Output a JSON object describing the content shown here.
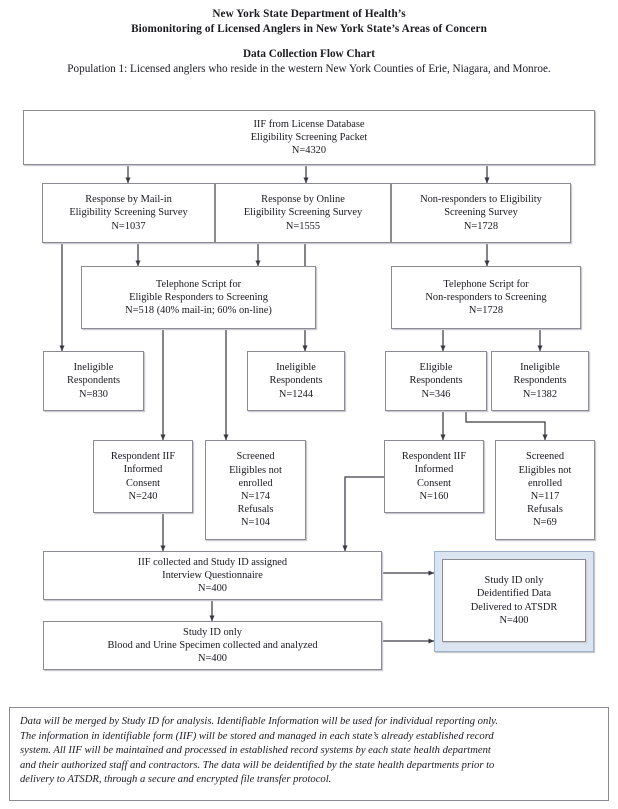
{
  "header": {
    "title_line1": "New York State Department of Health’s",
    "title_line2": "Biomonitoring of Licensed Anglers in New York State’s Areas of Concern",
    "subtitle_line1": "Data Collection Flow Chart",
    "subtitle_line2": "Population 1: Licensed anglers who reside in the western New York Counties of Erie, Niagara, and Monroe."
  },
  "colors": {
    "box_border": "#8b8b93",
    "box_fill": "#ffffff",
    "highlight_fill": "#dbe5f1",
    "highlight_border": "#9fb2cb",
    "connector": "#3a3a44",
    "text": "#1a1a20"
  },
  "boxes": {
    "source": {
      "lines": [
        "IIF from License Database",
        "Eligibility Screening Packet",
        "N=4320"
      ]
    },
    "mail_in": {
      "lines": [
        "Response by Mail-in",
        "Eligibility Screening Survey",
        "N=1037"
      ]
    },
    "online": {
      "lines": [
        "Response by Online",
        "Eligibility Screening Survey",
        "N=1555"
      ]
    },
    "non_responders": {
      "lines": [
        "Non-responders to Eligibility",
        "Screening Survey",
        "N=1728"
      ]
    },
    "phone_eligible": {
      "lines": [
        "Telephone Script for",
        "Eligible Responders to Screening",
        "N=518 (40% mail-in; 60% on-line)"
      ]
    },
    "phone_nonresp": {
      "lines": [
        "Telephone Script for",
        "Non-responders to Screening",
        "N=1728"
      ]
    },
    "ineligible_830": {
      "lines": [
        "Ineligible",
        "Respondents",
        "N=830"
      ]
    },
    "ineligible_1244": {
      "lines": [
        "Ineligible",
        "Respondents",
        "N=1244"
      ]
    },
    "eligible_346": {
      "lines": [
        "Eligible",
        "Respondents",
        "N=346"
      ]
    },
    "ineligible_1382": {
      "lines": [
        "Ineligible",
        "Respondents",
        "N=1382"
      ]
    },
    "consent_240": {
      "lines": [
        "Respondent IIF",
        "Informed",
        "Consent",
        "N=240"
      ]
    },
    "not_enrolled_174": {
      "lines": [
        "Screened",
        "Eligibles not",
        "enrolled",
        "N=174",
        "Refusals",
        "N=104"
      ]
    },
    "consent_160": {
      "lines": [
        "Respondent IIF",
        "Informed",
        "Consent",
        "N=160"
      ]
    },
    "not_enrolled_117": {
      "lines": [
        "Screened",
        "Eligibles not",
        "enrolled",
        "N=117",
        "Refusals",
        "N=69"
      ]
    },
    "iif_collected": {
      "lines": [
        "IIF collected and Study ID assigned",
        "Interview Questionnaire",
        "N=400"
      ]
    },
    "specimen": {
      "lines": [
        "Study ID only",
        "Blood and Urine Specimen collected and analyzed",
        "N=400"
      ]
    },
    "atsdr": {
      "lines": [
        "Study ID only",
        "Deidentified Data",
        "Delivered to ATSDR",
        "N=400"
      ]
    }
  },
  "note": {
    "lines": [
      "Data will be merged by Study ID for analysis.  Identifiable Information will be used for individual reporting only.",
      "The information in identifiable form (IIF) will be stored and managed in each state’s already established record",
      "system. All IIF will be maintained and processed in established record systems by each state health department",
      "and their authorized staff and contractors. The data will be deidentified by the state health departments prior to",
      "delivery to ATSDR, through a secure and encrypted file transfer protocol."
    ]
  }
}
